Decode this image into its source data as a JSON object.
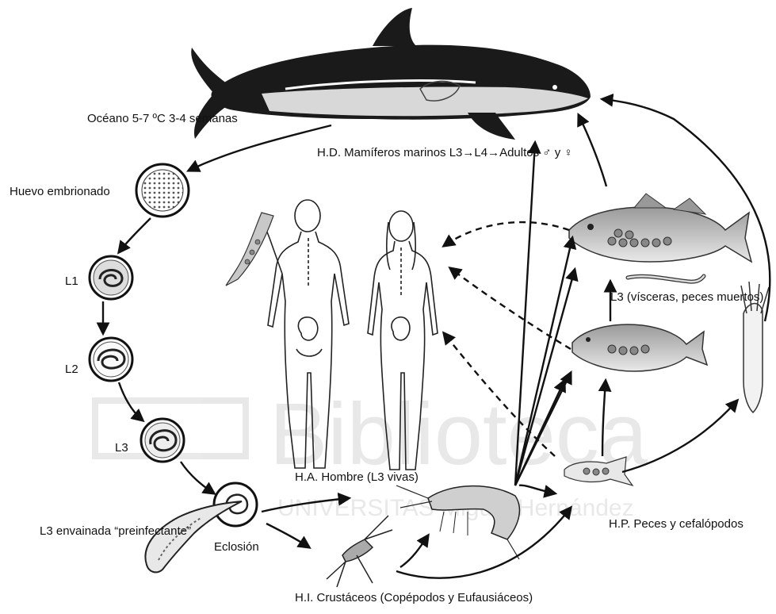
{
  "labels": {
    "ocean": {
      "line1": "Océano 5-7 ºC",
      "line2": "3-4 semanas"
    },
    "egg": "Huevo embrionado",
    "l1": "L1",
    "l2": "L2",
    "l3": "L3",
    "sheathed": {
      "line1": "L3 envainada",
      "line2": "“preinfectante”"
    },
    "hatching": "Eclosión",
    "definitive_host": {
      "line1": "H.D. Mamíferos marinos",
      "line2": "L3→L4→Adultos ♂ y ♀"
    },
    "accidental_host": "H.A. Hombre (L3 vivas)",
    "intermediate_host": "H.I. Crustáceos (Copépodos y Eufausiáceos)",
    "paratenic_host": "H.P. Peces y cefalópodos",
    "l3_viscera": {
      "line1": "L3",
      "line2": "(vísceras,",
      "line3": "peces muertos)"
    }
  },
  "watermark": {
    "line1": "Biblioteca",
    "line2": "UNIVERSITAS Miguel Hernández"
  }
}
